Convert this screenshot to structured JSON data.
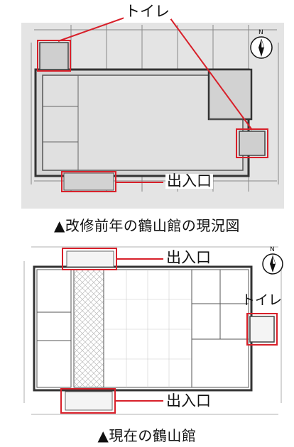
{
  "figure1": {
    "label_toilet": "トイレ",
    "label_entrance": "出入口",
    "compass_letter": "N",
    "caption": "▲改修前年の鶴山館の現況図"
  },
  "figure2": {
    "label_entrance_top": "出入口",
    "label_entrance_bottom": "出入口",
    "label_toilet": "トイレ",
    "compass_letter": "N",
    "caption": "▲現在の鶴山館"
  },
  "colors": {
    "highlight": "#d8202a",
    "line": "#444444"
  }
}
